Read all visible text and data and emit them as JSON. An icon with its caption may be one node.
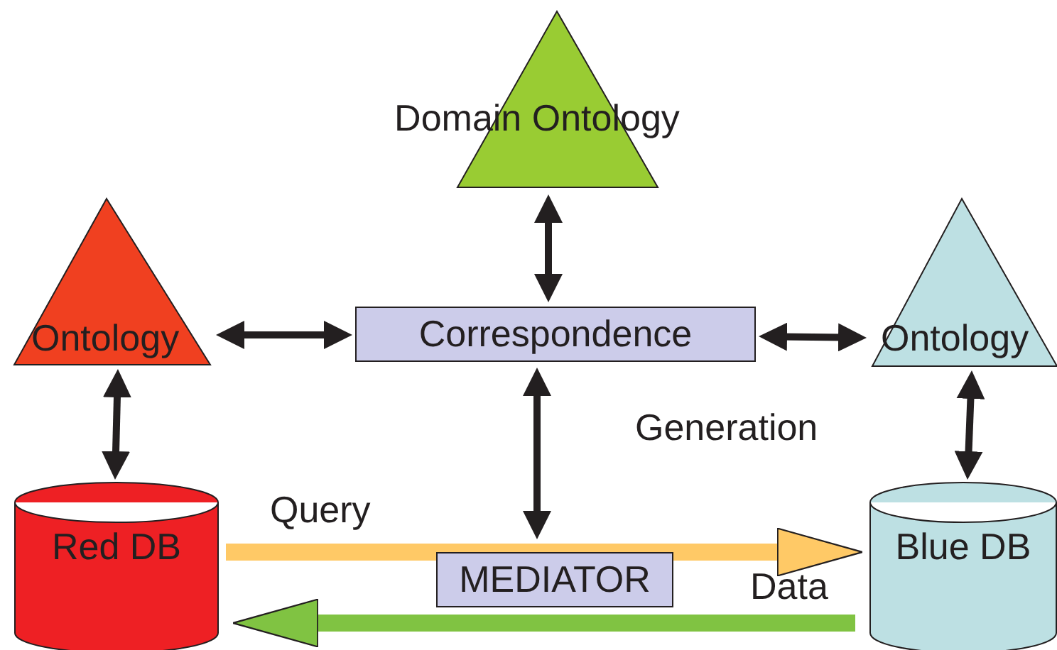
{
  "diagram": {
    "nodes": [
      {
        "text": [
          "Domain Ontology"
        ]
      },
      {
        "text": [
          "Ontology"
        ]
      },
      {
        "text": [
          "Correspondence"
        ]
      },
      {
        "text": [
          "Ontology"
        ]
      },
      {
        "text": [
          "Red DB"
        ]
      },
      {
        "text": [
          "MEDIATOR"
        ]
      },
      {
        "text": [
          "Blue DB"
        ]
      }
    ],
    "edges": [
      {
        "from": 0,
        "to": 2,
        "arrow": "both"
      },
      {
        "from": 1,
        "to": 2,
        "arrow": "both"
      },
      {
        "from": 2,
        "to": 3,
        "arrow": "both"
      },
      {
        "from": 1,
        "to": 4,
        "arrow": "both"
      },
      {
        "from": 3,
        "to": 6,
        "arrow": "both"
      },
      {
        "from": 2,
        "to": 5,
        "arrow": "both"
      },
      {
        "from": 4,
        "to": 6,
        "arrow": "to",
        "label": "Query",
        "style": "thick",
        "color": "#ffc966"
      },
      {
        "from": 6,
        "to": 4,
        "arrow": "to",
        "label": "Data",
        "style": "thick",
        "color": "#80c342"
      }
    ],
    "labels": [
      "Generation"
    ]
  }
}
